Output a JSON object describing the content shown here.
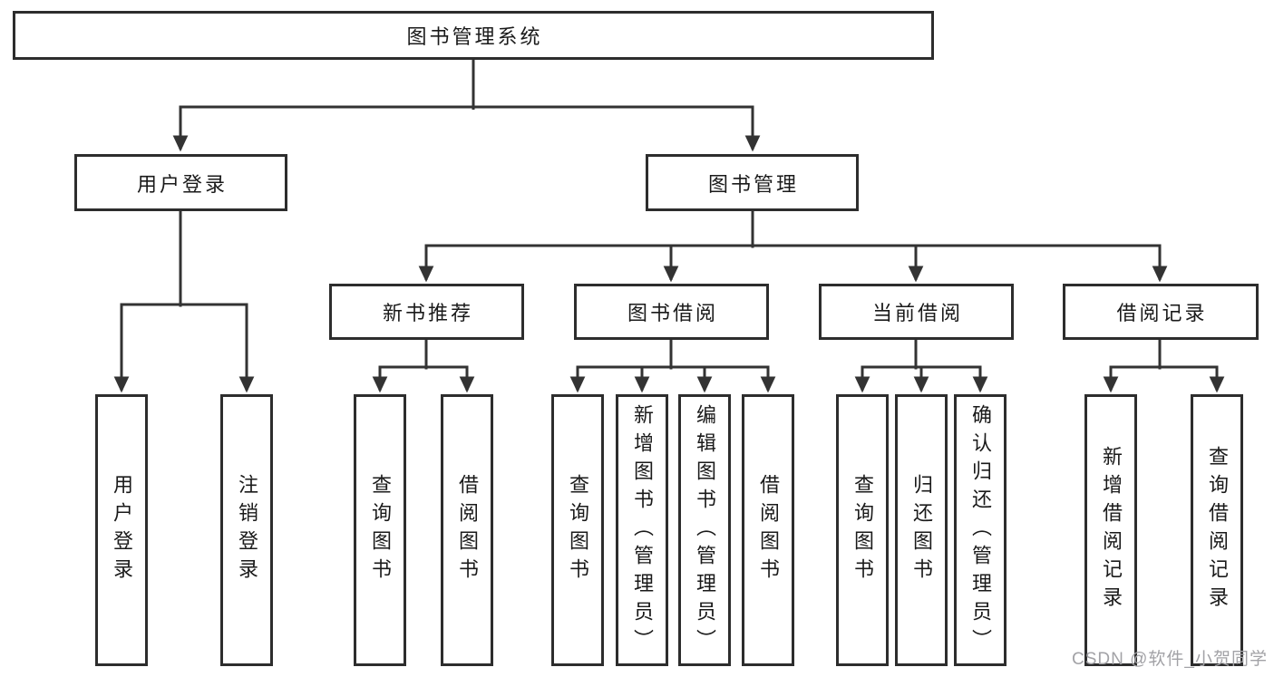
{
  "diagram": {
    "type": "hierarchy-tree",
    "orientation": "top-down",
    "levels": 4
  },
  "colors": {
    "background": "#ffffff",
    "box_fill": "#ffffff",
    "box_border": "#2d2d2d",
    "connector": "#333333",
    "text": "#1a1a1a",
    "watermark": "#a2a2a6"
  },
  "tree": {
    "root": {
      "label": "图书管理系统",
      "children": [
        {
          "label": "用户登录",
          "children": [
            {
              "label": "用户登录"
            },
            {
              "label": "注销登录"
            }
          ]
        },
        {
          "label": "图书管理",
          "children": [
            {
              "label": "新书推荐",
              "children": [
                {
                  "label": "查询图书"
                },
                {
                  "label": "借阅图书"
                }
              ]
            },
            {
              "label": "图书借阅",
              "children": [
                {
                  "label": "查询图书"
                },
                {
                  "label": "新增图书（管理员）"
                },
                {
                  "label": "编辑图书（管理员）"
                },
                {
                  "label": "借阅图书"
                }
              ]
            },
            {
              "label": "当前借阅",
              "children": [
                {
                  "label": "查询图书"
                },
                {
                  "label": "归还图书"
                },
                {
                  "label": "确认归还（管理员）"
                }
              ]
            },
            {
              "label": "借阅记录",
              "children": [
                {
                  "label": "新增借阅记录"
                },
                {
                  "label": "查询借阅记录"
                }
              ]
            }
          ]
        }
      ]
    }
  },
  "watermark": {
    "text": "CSDN @软件_小贺同学"
  }
}
